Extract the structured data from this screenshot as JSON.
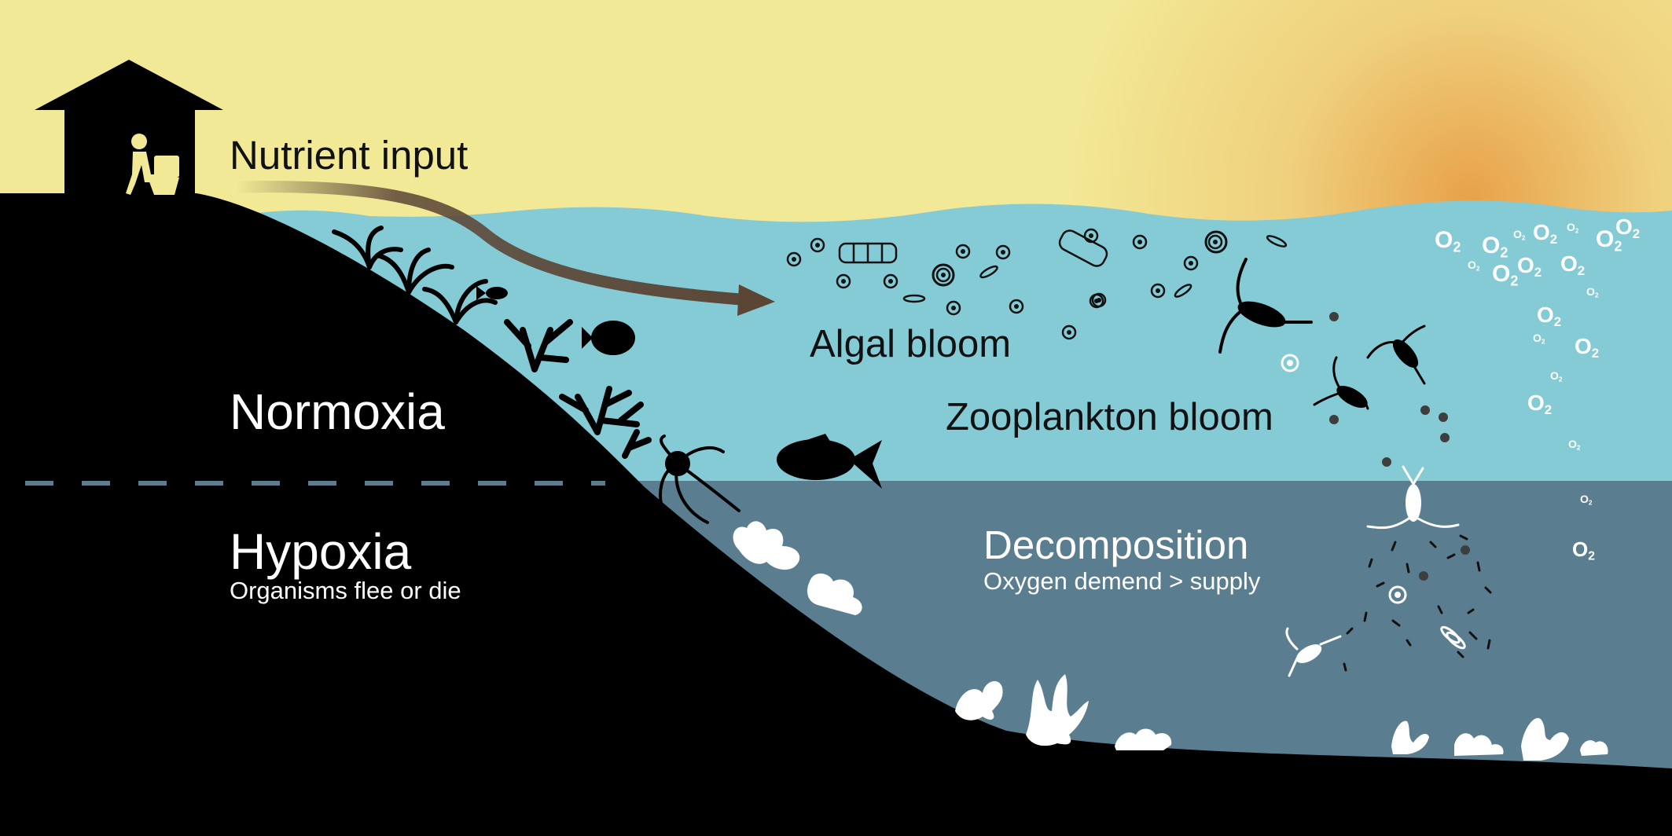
{
  "labels": {
    "nutrient_input": "Nutrient input",
    "normoxia": "Normoxia",
    "hypoxia": "Hypoxia",
    "hypoxia_sub": "Organisms flee or die",
    "algal_bloom": "Algal bloom",
    "zooplankton_bloom": "Zooplankton bloom",
    "decomposition": "Decomposition",
    "decomposition_sub": "Oxygen demend > supply"
  },
  "oxygen_symbol": "O2",
  "colors": {
    "sky": "#f2e996",
    "sun": "#e8a24a",
    "upper_water": "#85cbd6",
    "lower_water": "#5a7e90",
    "land": "#000000",
    "arrow": "#5b4636",
    "boundary_dash": "#5a7e90"
  },
  "icons": [
    "house-icon",
    "toilet-person-icon",
    "nutrient-arrow-icon",
    "fish-icon",
    "seaweed-icon",
    "coral-icon",
    "jellyfish-icon",
    "phytoplankton-icon",
    "zooplankton-icon",
    "bleached-coral-icon",
    "oxygen-bubble-icon"
  ]
}
